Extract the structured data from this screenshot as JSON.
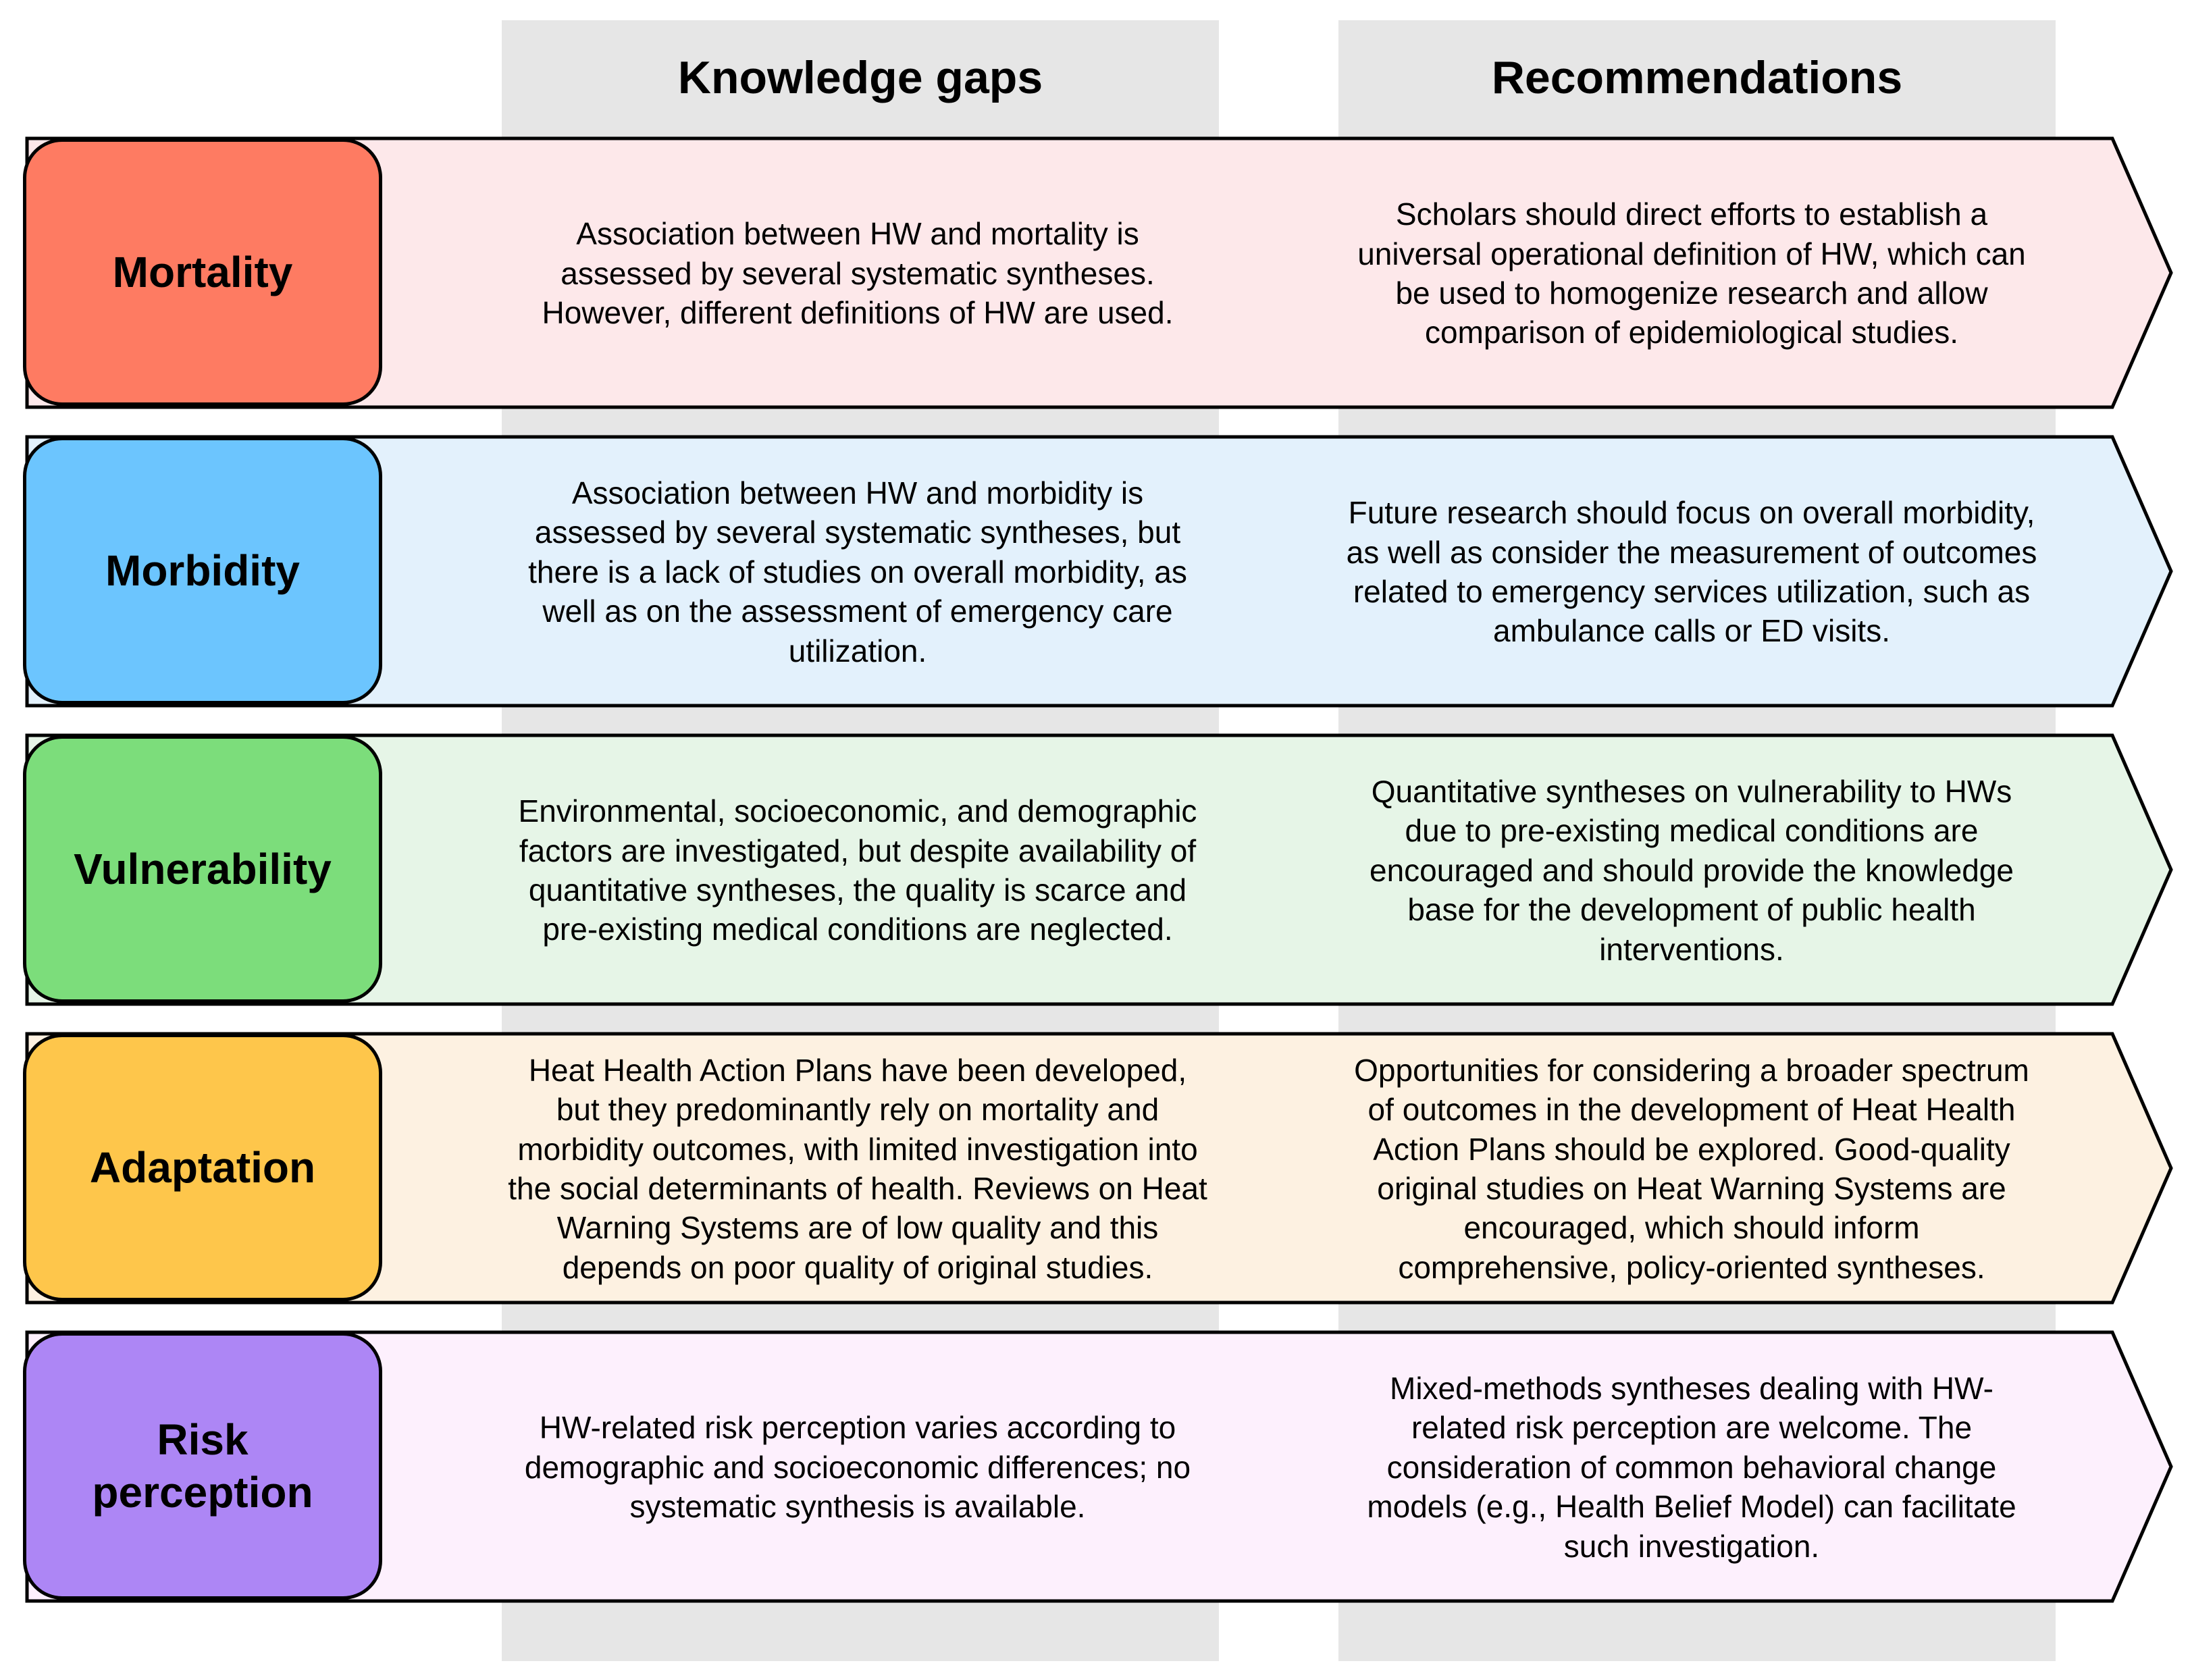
{
  "headers": {
    "knowledge_gaps": "Knowledge gaps",
    "recommendations": "Recommendations"
  },
  "rows": [
    {
      "category": "Mortality",
      "category_color": "#fe7b62",
      "band_color": "#fde8ea",
      "gap": "Association between HW and mortality is assessed by several systematic syntheses. However, different definitions of HW are used.",
      "recommendation": "Scholars should direct efforts to establish a universal operational definition of HW, which can be used to homogenize research and allow comparison of epidemiological studies."
    },
    {
      "category": "Morbidity",
      "category_color": "#6cc5fe",
      "band_color": "#e3f1fc",
      "gap": "Association between HW and morbidity is assessed by several systematic syntheses, but there is a lack of studies on overall morbidity, as well as on the assessment of emergency care utilization.",
      "recommendation": "Future research should focus on overall morbidity, as well as consider the measurement of outcomes related to emergency services utilization, such as ambulance calls or ED visits."
    },
    {
      "category": "Vulnerability",
      "category_color": "#7cdd7b",
      "band_color": "#e6f5e7",
      "gap": "Environmental, socioeconomic, and demographic factors are investigated, but despite availability of quantitative syntheses, the quality is scarce and pre-existing medical conditions are neglected.",
      "recommendation": "Quantitative syntheses on vulnerability to HWs due to pre-existing medical conditions are encouraged and should provide the knowledge base for the development of public health interventions."
    },
    {
      "category": "Adaptation",
      "category_color": "#fec64b",
      "band_color": "#fdf1e1",
      "gap": "Heat Health Action Plans have been developed, but they predominantly rely on mortality and morbidity outcomes, with limited investigation into the social determinants of health. Reviews on Heat Warning Systems are of low quality and this depends on poor quality of original studies.",
      "recommendation": "Opportunities for considering a broader spectrum of outcomes in the development of Heat Health Action Plans should be explored. Good-quality original studies on Heat Warning Systems are encouraged, which should inform comprehensive, policy-oriented syntheses."
    },
    {
      "category": "Risk perception",
      "category_color": "#ad86f5",
      "band_color": "#fdf0fd",
      "gap": "HW-related risk perception varies according to demographic and socioeconomic differences; no systematic synthesis is available.",
      "recommendation": "Mixed-methods syntheses dealing with HW-related risk perception are welcome. The consideration of common behavioral change models (e.g., Health Belief Model) can facilitate such investigation."
    }
  ]
}
